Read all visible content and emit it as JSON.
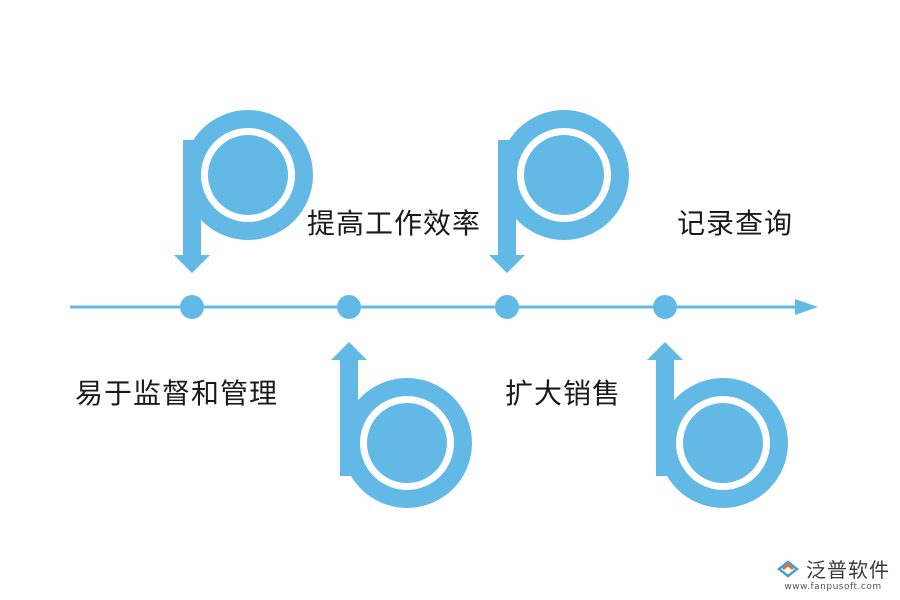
{
  "colors": {
    "accent": "#62b9e6",
    "text": "#1a1a1a",
    "brand_text": "#3a3a3a"
  },
  "steps": [
    {
      "label": "易于监督和管理",
      "icon": "b-shape-up-arrow"
    },
    {
      "label": "提高工作效率",
      "icon": "p-shape-down-arrow"
    },
    {
      "label": "扩大销售",
      "icon": "b-shape-up-arrow"
    },
    {
      "label": "记录查询",
      "icon": "p-shape-down-arrow"
    }
  ],
  "brand": {
    "name": "泛普软件",
    "url": "www.fanpusoft.com",
    "logo_icon": "fanpu-logo-icon"
  }
}
